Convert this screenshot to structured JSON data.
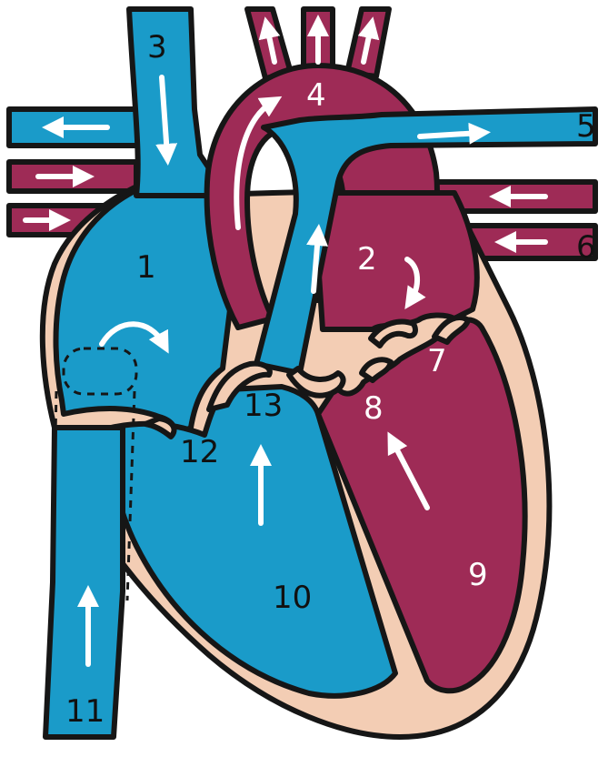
{
  "colors": {
    "deoxygenated": "#1a9bc9",
    "oxygenated": "#9e2b56",
    "wall": "#f3cdb4",
    "outline": "#161616",
    "arrow": "#ffffff",
    "background": "#ffffff"
  },
  "labels": {
    "l1": "1",
    "l2": "2",
    "l3": "3",
    "l4": "4",
    "l5": "5",
    "l6": "6",
    "l7": "7",
    "l8": "8",
    "l9": "9",
    "l10": "10",
    "l11": "11",
    "l12": "12",
    "l13": "13"
  }
}
